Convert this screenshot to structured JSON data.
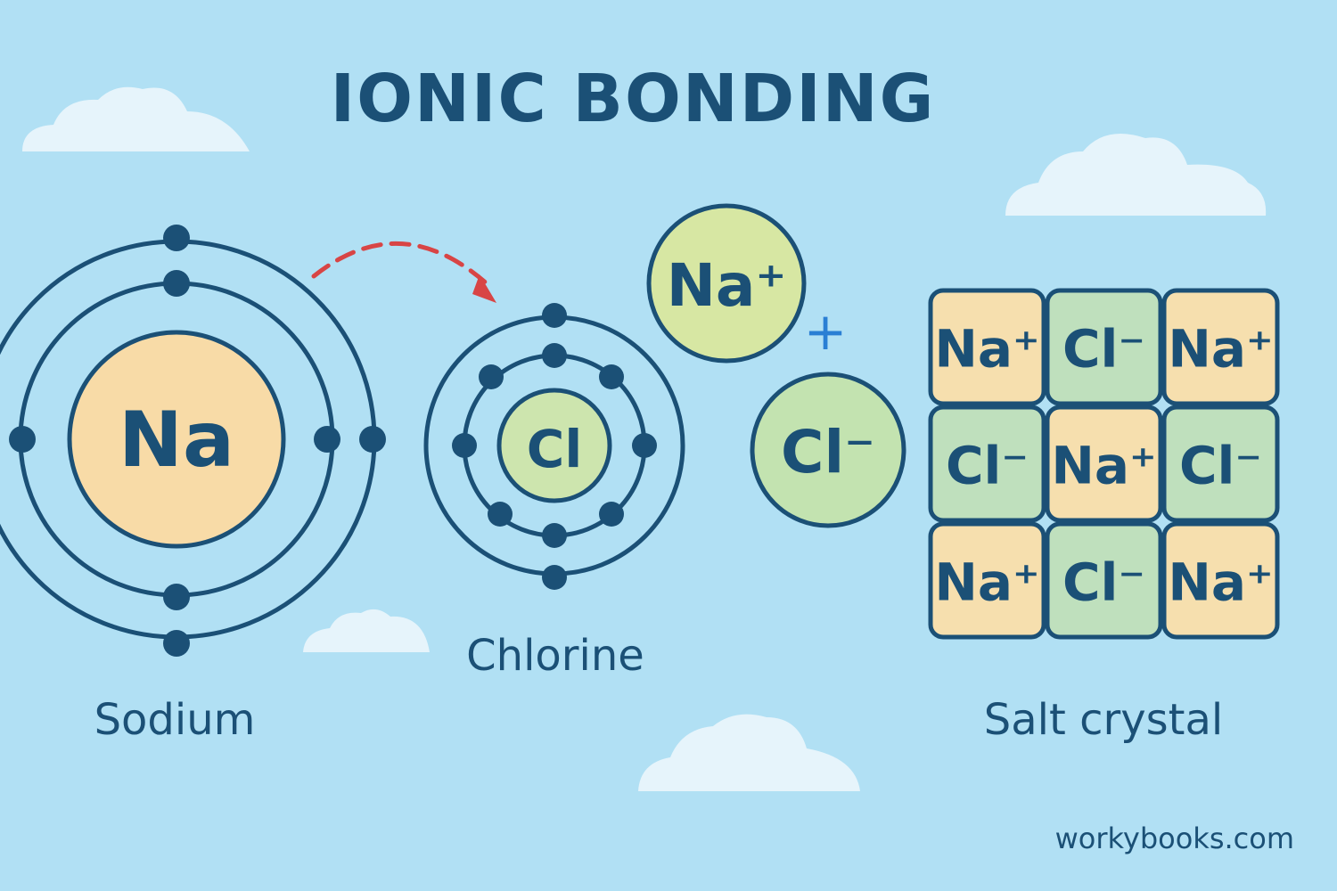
{
  "title": "IONIC BONDING",
  "atoms": {
    "sodium": {
      "symbol": "Na",
      "label": "Sodium"
    },
    "chlorine": {
      "symbol": "Cl",
      "label": "Chlorine"
    }
  },
  "ions": {
    "sodium_ion": "Na⁺",
    "chloride_ion": "Cl⁻",
    "join_symbol": "+"
  },
  "crystal": {
    "label": "Salt crystal",
    "grid": [
      [
        "Na⁺",
        "Cl⁻",
        "Na⁺"
      ],
      [
        "Cl⁻",
        "Na⁺",
        "Cl⁻"
      ],
      [
        "Na⁺",
        "Cl⁻",
        "Na⁺"
      ]
    ]
  },
  "website": "workybooks.com",
  "colors": {
    "background": "#b1e0f4",
    "outline": "#1b5076",
    "sodium_fill": "#f8dba7",
    "chlorine_fill": "#cde5ae",
    "sodium_ion_fill": "#d7e7a3",
    "chloride_ion_fill": "#c3e3b0",
    "crystal_na_fill": "#f6dfae",
    "crystal_cl_fill": "#bfe0bd",
    "arrow": "#d84545",
    "plus": "#2a7fd4",
    "cloud": "#e6f4fb"
  }
}
